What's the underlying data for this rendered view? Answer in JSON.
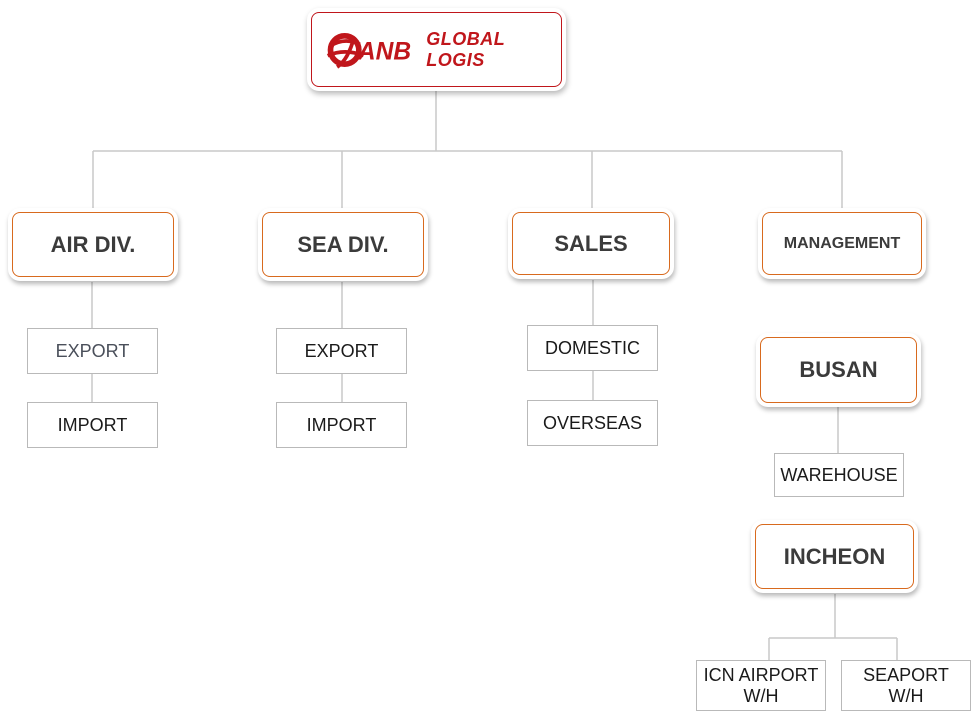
{
  "company": {
    "mark": "ANB",
    "tagline": "GLOBAL LOGIS"
  },
  "divisions": {
    "air": {
      "label": "AIR DIV.",
      "children": [
        "EXPORT",
        "IMPORT"
      ]
    },
    "sea": {
      "label": "SEA DIV.",
      "children": [
        "EXPORT",
        "IMPORT"
      ]
    },
    "sales": {
      "label": "SALES",
      "children": [
        "DOMESTIC",
        "OVERSEAS"
      ]
    },
    "management": {
      "label": "MANAGEMENT"
    }
  },
  "busan": {
    "label": "BUSAN",
    "children": [
      "WAREHOUSE"
    ]
  },
  "incheon": {
    "label": "INCHEON",
    "children": [
      "ICN AIRPORT W/H",
      "SEAPORT W/H"
    ]
  },
  "colors": {
    "logo_red": "#c0161b",
    "box_border": "#d86a1e",
    "line": "#c8c8c8"
  }
}
